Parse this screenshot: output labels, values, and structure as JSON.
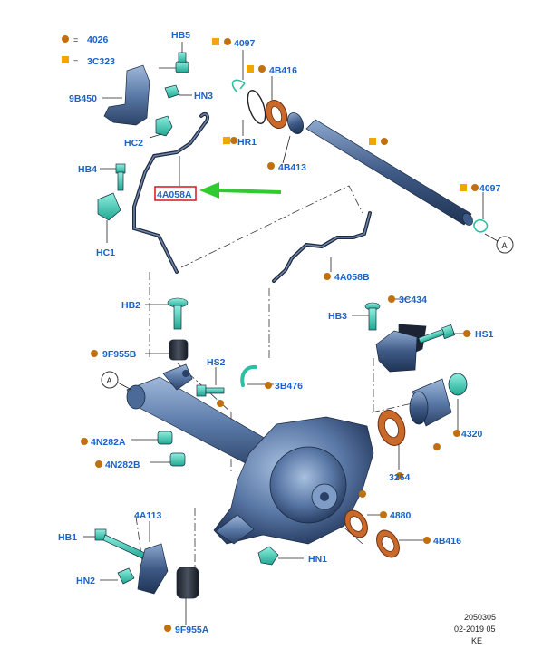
{
  "legend": {
    "dot_ref": "4026",
    "square_ref": "3C323",
    "equals": "="
  },
  "labels": {
    "HB5": "HB5",
    "4097_top": "4097",
    "9B450": "9B450",
    "HN3": "HN3",
    "4B416_top": "4B416",
    "HC2": "HC2",
    "HR1": "HR1",
    "4B413": "4B413",
    "HB4": "HB4",
    "4A058A": "4A058A",
    "4097_right": "4097",
    "HC1": "HC1",
    "4A058B": "4A058B",
    "HB2": "HB2",
    "3C434": "3C434",
    "HB3": "HB3",
    "HS1": "HS1",
    "9F955B": "9F955B",
    "HS2": "HS2",
    "3B476": "3B476",
    "4320": "4320",
    "4N282A": "4N282A",
    "4N282B": "4N282B",
    "3254": "3254",
    "4A113": "4A113",
    "4880": "4880",
    "HB1": "HB1",
    "4B416_bottom": "4B416",
    "HN1": "HN1",
    "HN2": "HN2",
    "9F955A": "9F955A"
  },
  "callouts": {
    "A_top": "A",
    "A_left": "A"
  },
  "footer": {
    "line1": "2050305",
    "line2": "02-2019 05",
    "line3": "KE"
  },
  "colors": {
    "label": "#1a63c9",
    "dot": "#c0700f",
    "square": "#f0a800",
    "highlight_box": "#d9232e",
    "highlight_arrow": "#2ecc2e",
    "hardware": "#3fd0b8",
    "seal": "#c9692a",
    "steel": "#5b7aa8"
  }
}
